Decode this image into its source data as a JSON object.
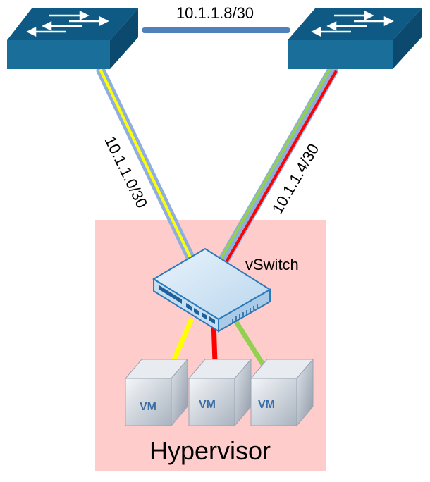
{
  "links": {
    "switch_to_switch": "10.1.1.8/30",
    "left_uplink": "10.1.1.0/30",
    "right_uplink": "10.1.1.4/30"
  },
  "vswitch": {
    "label": "vSwitch"
  },
  "hypervisor": {
    "label": "Hypervisor"
  },
  "vms": [
    {
      "label": "VM"
    },
    {
      "label": "VM"
    },
    {
      "label": "VM"
    }
  ],
  "icons": {
    "physical_switch": "network-switch-icon",
    "virtual_switch": "vswitch-icon",
    "virtual_machine": "vm-cube-icon"
  },
  "colors": {
    "switch_face": "#1a6e9a",
    "switch_top": "#0f5a84",
    "trunk": "#8eaee0",
    "vlan_yellow": "#ffff00",
    "vlan_red": "#ff0000",
    "vlan_green": "#92d050",
    "hypervisor_bg": "#ffcccc"
  }
}
